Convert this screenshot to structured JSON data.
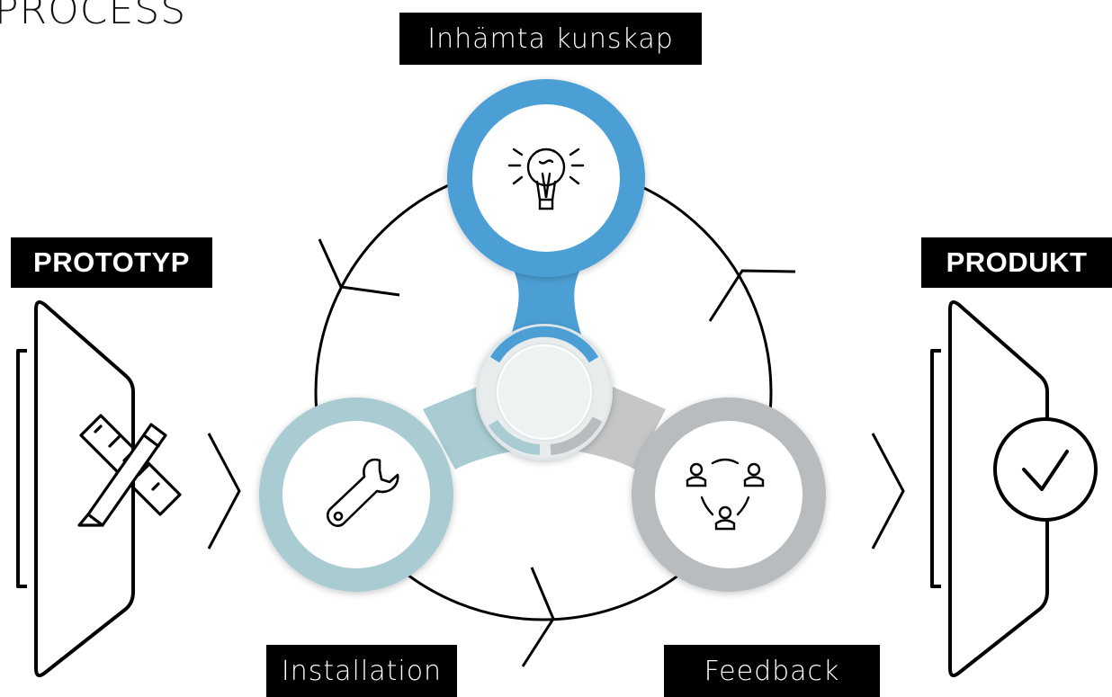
{
  "title": "PROCESS",
  "labels": {
    "prototype": "PROTOTYP",
    "product": "PRODUKT",
    "gather": "Inhämta kunskap",
    "install": "Installation",
    "feedback": "Feedback"
  },
  "colors": {
    "blue": "#4b9fd5",
    "teal": "#a8ccd2",
    "gray": "#b9bcbf",
    "label_bg": "#000000",
    "line": "#000000"
  },
  "icons": [
    "document-icon",
    "pencil-ruler-icon",
    "chevron-right-icon",
    "lightbulb-icon",
    "wrench-icon",
    "people-network-icon",
    "document-check-icon"
  ]
}
